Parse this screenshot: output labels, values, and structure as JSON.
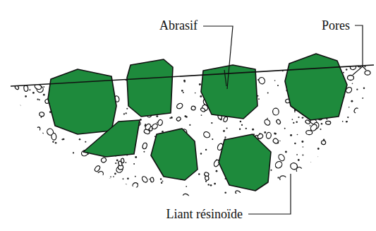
{
  "diagram": {
    "labels": [
      "Abrasif",
      "Pores",
      "Liant résinoïde"
    ]
  }
}
